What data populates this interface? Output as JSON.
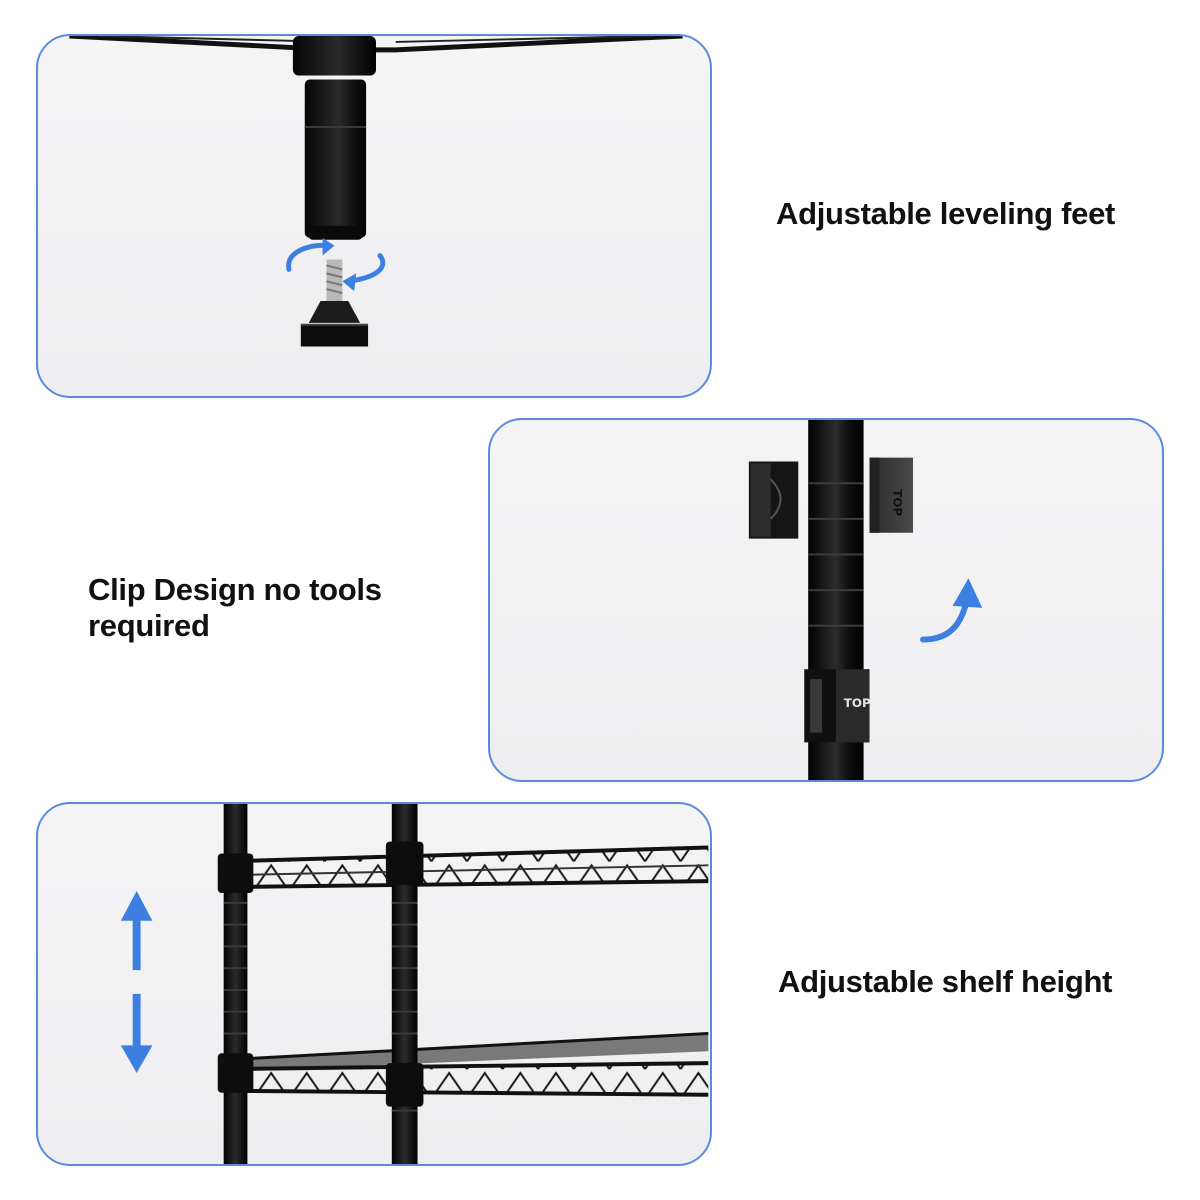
{
  "features": [
    {
      "caption": "Adjustable leveling feet"
    },
    {
      "caption": "Clip Design no tools required"
    },
    {
      "caption": "Adjustable shelf height"
    }
  ],
  "labels": {
    "top_stamp": "TOP"
  },
  "colors": {
    "panel_border": "#5b8be0",
    "panel_background": "#f0f0f2",
    "arrow_blue": "#3d7fe0",
    "metal_black": "#141414",
    "caption_text": "#111111"
  },
  "icons": [
    "rotate-arrows-icon",
    "curved-up-arrow-icon",
    "vertical-double-arrow-icon"
  ]
}
